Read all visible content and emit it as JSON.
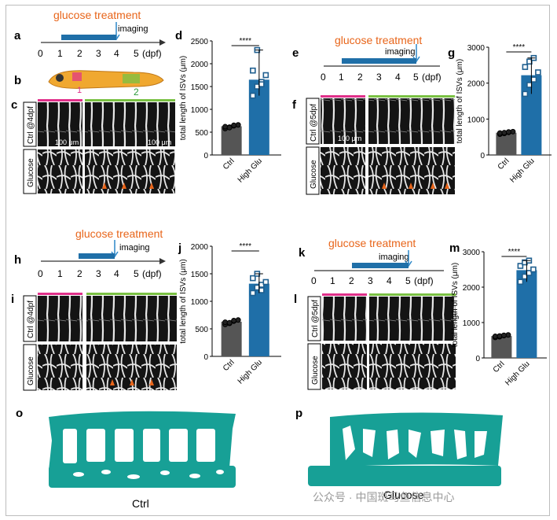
{
  "colors": {
    "orange": "#e8651a",
    "blue": "#1f6fa8",
    "teal": "#1aa39a",
    "magenta": "#e0308a",
    "green": "#7ac143",
    "ctrl_bar": "#555555"
  },
  "labels": {
    "a": "a",
    "b": "b",
    "c": "c",
    "d": "d",
    "e": "e",
    "f": "f",
    "g": "g",
    "h": "h",
    "i": "i",
    "j": "j",
    "k": "k",
    "l": "l",
    "m": "m",
    "o": "o",
    "p": "p"
  },
  "timelines": [
    {
      "id": "a",
      "title": "glucose treatment",
      "imaging": "imaging",
      "ticks": [
        "0",
        "1",
        "2",
        "3",
        "4",
        "5"
      ],
      "unit": "(dpf)"
    },
    {
      "id": "e",
      "title": "glucose treatment",
      "imaging": "imaging",
      "ticks": [
        "0",
        "1",
        "2",
        "3",
        "4",
        "5"
      ],
      "unit": "(dpf)"
    },
    {
      "id": "h",
      "title": "glucose treatment",
      "imaging": "imaging",
      "ticks": [
        "0",
        "1",
        "2",
        "3",
        "4",
        "5"
      ],
      "unit": "(dpf)"
    },
    {
      "id": "k",
      "title": "glucose treatment",
      "imaging": "imaging",
      "ticks": [
        "0",
        "1",
        "2",
        "3",
        "4",
        "5"
      ],
      "unit": "(dpf)"
    }
  ],
  "fish": {
    "region1": "1",
    "region2": "2"
  },
  "micrographs": {
    "ctrl_4dpf": "Ctrl @4dpf",
    "ctrl_5dpf": "Ctrl @5dpf",
    "glucose": "Glucose",
    "scale": "100 μm"
  },
  "chart_data": [
    {
      "panel": "d",
      "type": "bar",
      "categories": [
        "Ctrl",
        "High Glu"
      ],
      "values": [
        630,
        1650
      ],
      "ylabel": "total length of ISVs (μm)",
      "ylim": [
        0,
        2500
      ],
      "yticks": [
        "0",
        "500",
        "1000",
        "1500",
        "2000",
        "2500"
      ],
      "significance": "****",
      "points": [
        [
          580,
          610,
          640,
          660,
          620,
          600,
          650
        ],
        [
          1300,
          1500,
          1600,
          1750,
          1850,
          2300,
          1550
        ]
      ]
    },
    {
      "panel": "g",
      "type": "bar",
      "categories": [
        "Ctrl",
        "High Glu"
      ],
      "values": [
        620,
        2220
      ],
      "ylabel": "total length of ISVs (μm)",
      "ylim": [
        0,
        3000
      ],
      "yticks": [
        "0",
        "1000",
        "2000",
        "3000"
      ],
      "significance": "****",
      "points": [
        [
          580,
          600,
          630,
          650,
          610,
          620,
          640
        ],
        [
          1700,
          1950,
          2100,
          2300,
          2450,
          2600,
          2700
        ]
      ]
    },
    {
      "panel": "j",
      "type": "bar",
      "categories": [
        "Ctrl",
        "High Glu"
      ],
      "values": [
        630,
        1320
      ],
      "ylabel": "total length of ISVs (μm)",
      "ylim": [
        0,
        2000
      ],
      "yticks": [
        "0",
        "500",
        "1000",
        "1500",
        "2000"
      ],
      "significance": "****",
      "points": [
        [
          580,
          600,
          640,
          660,
          620,
          610,
          650
        ],
        [
          1150,
          1250,
          1300,
          1350,
          1420,
          1500,
          1200
        ]
      ]
    },
    {
      "panel": "m",
      "type": "bar",
      "categories": [
        "Ctrl",
        "High Glu"
      ],
      "values": [
        620,
        2480
      ],
      "ylabel": "total length of ISVs (μm)",
      "ylim": [
        0,
        3000
      ],
      "yticks": [
        "0",
        "1000",
        "2000",
        "3000"
      ],
      "significance": "****",
      "points": [
        [
          580,
          600,
          630,
          650,
          610,
          620,
          640
        ],
        [
          2150,
          2300,
          2400,
          2500,
          2600,
          2700,
          2750
        ]
      ]
    }
  ],
  "bottom": {
    "ctrl": "Ctrl",
    "glucose": "Glucose"
  },
  "watermark": "公众号 · 中国斑马鱼信息中心"
}
